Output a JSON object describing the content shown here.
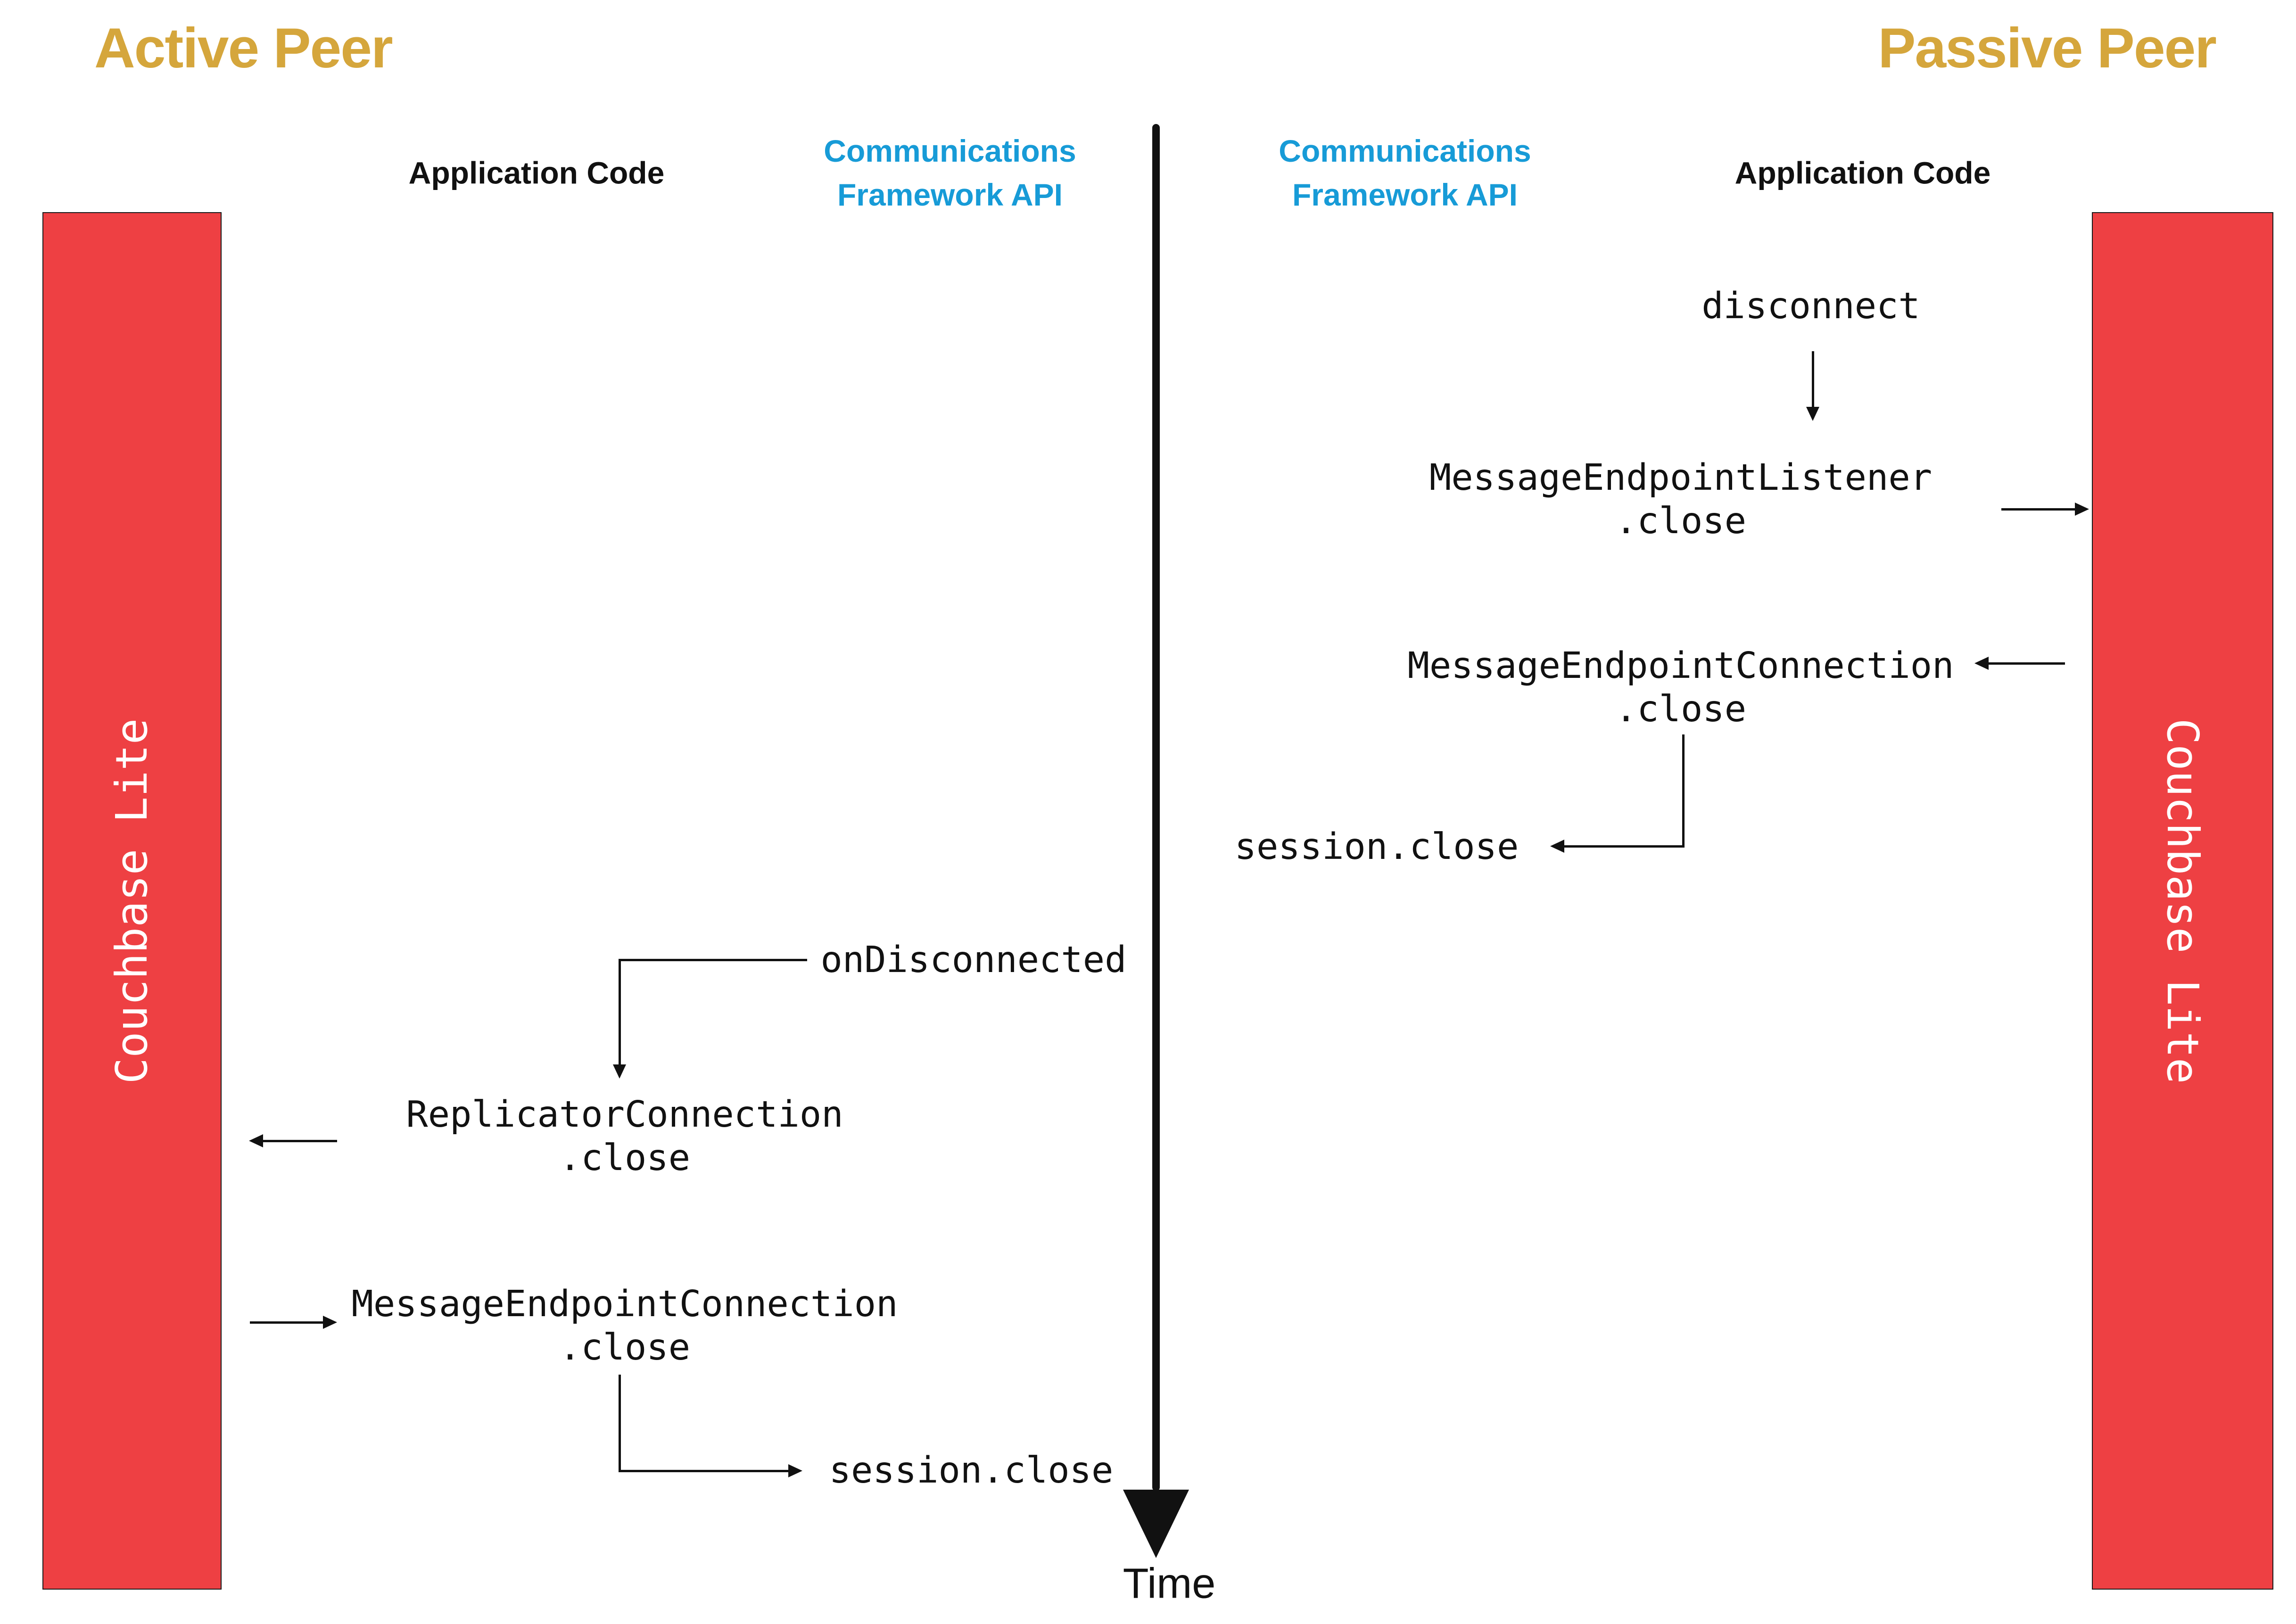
{
  "titles": {
    "active": "Active Peer",
    "passive": "Passive Peer"
  },
  "headers": {
    "app_left": "Application Code",
    "comm": {
      "line1": "Communications",
      "line2": "Framework API"
    },
    "app_right": "Application Code"
  },
  "bars": {
    "left_label": "Couchbase Lite",
    "right_label": "Couchbase Lite"
  },
  "passive": {
    "disconnect": "disconnect",
    "listener": {
      "line1": "MessageEndpointListener",
      "line2": ".close"
    },
    "connection": {
      "line1": "MessageEndpointConnection",
      "line2": ".close"
    },
    "session": "session.close"
  },
  "active": {
    "on_disconnected": "onDisconnected",
    "replicator": {
      "line1": "ReplicatorConnection",
      "line2": ".close"
    },
    "connection": {
      "line1": "MessageEndpointConnection",
      "line2": ".close"
    },
    "session": "session.close"
  },
  "time_label": "Time",
  "colors": {
    "peer_title_gold": "#D5A63C",
    "framework_blue": "#179BD7",
    "couchbase_red": "#EE4043",
    "line_black": "#111111"
  }
}
